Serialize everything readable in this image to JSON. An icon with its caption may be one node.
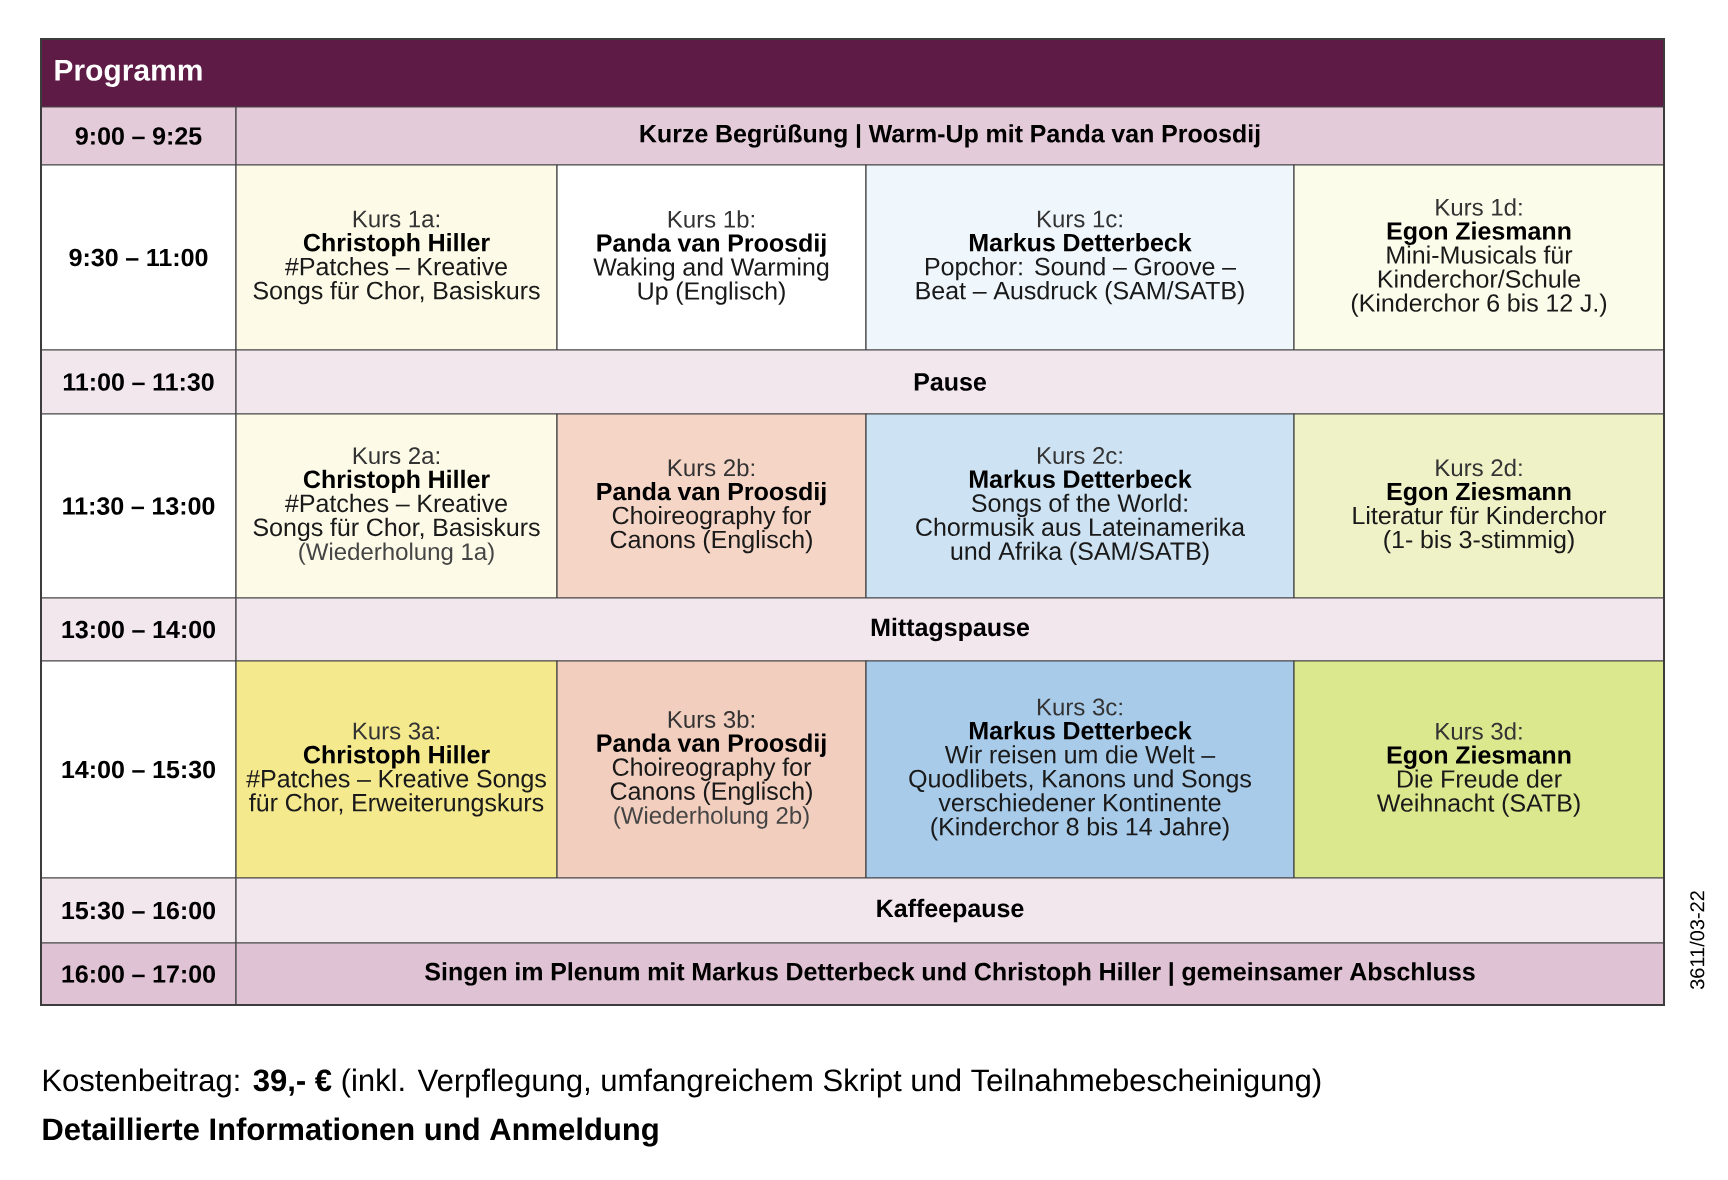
{
  "diagram": {
    "title": "Programm",
    "nodes": [
      {
        "text": [
          "9:00 – 9:25"
        ]
      },
      {
        "text": [
          "Kurze Begrüßung | Warm-Up mit Panda van Proosdij"
        ]
      },
      {
        "text": [
          "9:30 – 11:00"
        ]
      },
      {
        "text": [
          "Kurs 1a:",
          "Christoph Hiller",
          "#Patches – Kreative Songs für Chor, Basiskurs"
        ]
      },
      {
        "text": [
          "Kurs 1b:",
          "Panda van Proosdij",
          "Waking and Warming Up (Englisch)"
        ]
      },
      {
        "text": [
          "Kurs 1c:",
          "Markus Detterbeck",
          "Popchor: Sound – Groove – Beat – Ausdruck (SAM/SATB)"
        ]
      },
      {
        "text": [
          "Kurs 1d:",
          "Egon Ziesmann",
          "Mini-Musicals für Kinderchor/Schule (Kinderchor 6 bis 12 J.)"
        ]
      },
      {
        "text": [
          "11:00 – 11:30"
        ]
      },
      {
        "text": [
          "Pause"
        ]
      },
      {
        "text": [
          "11:30 – 13:00"
        ]
      },
      {
        "text": [
          "Kurs 2a:",
          "Christoph Hiller",
          "#Patches – Kreative Songs für Chor, Basiskurs",
          "(Wiederholung 1a)"
        ]
      },
      {
        "text": [
          "Kurs 2b:",
          "Panda van Proosdij",
          "Choireography for Canons (Englisch)"
        ]
      },
      {
        "text": [
          "Kurs 2c:",
          "Markus Detterbeck",
          "Songs of the World: Chormusik aus Lateinamerika und Afrika (SAM/SATB)"
        ]
      },
      {
        "text": [
          "Kurs 2d:",
          "Egon Ziesmann",
          "Literatur für Kinderchor (1- bis 3-stimmig)"
        ]
      },
      {
        "text": [
          "13:00 – 14:00"
        ]
      },
      {
        "text": [
          "Mittagspause"
        ]
      },
      {
        "text": [
          "14:00 – 15:30"
        ]
      },
      {
        "text": [
          "Kurs 3a:",
          "Christoph Hiller",
          "#Patches – Kreative Songs für Chor, Erweiterungskurs"
        ]
      },
      {
        "text": [
          "Kurs 3b:",
          "Panda van Proosdij",
          "Choireography for Canons (Englisch)",
          "(Wiederholung 2b)"
        ]
      },
      {
        "text": [
          "Kurs 3c:",
          "Markus Detterbeck",
          "Wir reisen um die Welt – Quodlibets, Kanons und Songs verschiedener Kontinente (Kinderchor 8 bis 14 Jahre)"
        ]
      },
      {
        "text": [
          "Kurs 3d:",
          "Egon Ziesmann",
          "Die Freude der Weihnacht (SATB)"
        ]
      },
      {
        "text": [
          "15:30 – 16:00"
        ]
      },
      {
        "text": [
          "Kaffeepause"
        ]
      },
      {
        "text": [
          "16:00 – 17:00"
        ]
      },
      {
        "text": [
          "Singen im Plenum mit Markus Detterbeck und Christoph Hiller | gemeinsamer Abschluss"
        ]
      }
    ],
    "labels": [
      "3611/03-22",
      "Kostenbeitrag: **39,- €** (inkl. Verpflegung, umfangreichem Skript und Teilnahmebescheinigung)",
      "Detaillierte Informationen und Anmeldung"
    ]
  }
}
